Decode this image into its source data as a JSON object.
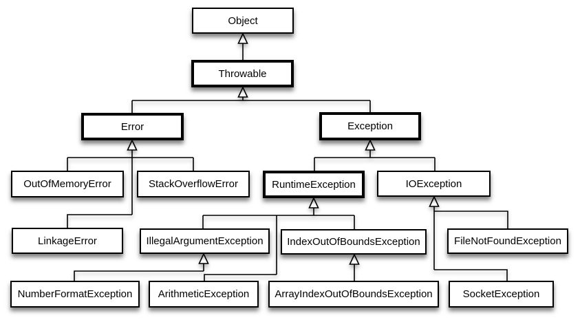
{
  "diagram": {
    "type": "class-inheritance-hierarchy",
    "background_color": "#ffffff",
    "box_fill_color": "#ffffff",
    "box_border_color": "#000000",
    "line_color": "#000000",
    "nodes": {
      "object": {
        "label": "Object",
        "emphasized": false
      },
      "throwable": {
        "label": "Throwable",
        "emphasized": true
      },
      "error": {
        "label": "Error",
        "emphasized": true
      },
      "exception": {
        "label": "Exception",
        "emphasized": true
      },
      "oome": {
        "label": "OutOfMemoryError",
        "emphasized": false
      },
      "soe": {
        "label": "StackOverflowError",
        "emphasized": false
      },
      "rte": {
        "label": "RuntimeException",
        "emphasized": true
      },
      "ioe": {
        "label": "IOException",
        "emphasized": false
      },
      "linkage": {
        "label": "LinkageError",
        "emphasized": false
      },
      "iae": {
        "label": "IllegalArgumentException",
        "emphasized": false
      },
      "ioobe": {
        "label": "IndexOutOfBoundsException",
        "emphasized": false
      },
      "fnfe": {
        "label": "FileNotFoundException",
        "emphasized": false
      },
      "nfe": {
        "label": "NumberFormatException",
        "emphasized": false
      },
      "ae": {
        "label": "ArithmeticException",
        "emphasized": false
      },
      "aioobe": {
        "label": "ArrayIndexOutOfBoundsException",
        "emphasized": false
      },
      "se": {
        "label": "SocketException",
        "emphasized": false
      }
    },
    "edges": [
      {
        "child": "Throwable",
        "parent": "Object"
      },
      {
        "child": "Error",
        "parent": "Throwable"
      },
      {
        "child": "Exception",
        "parent": "Throwable"
      },
      {
        "child": "OutOfMemoryError",
        "parent": "Error"
      },
      {
        "child": "StackOverflowError",
        "parent": "Error"
      },
      {
        "child": "LinkageError",
        "parent": "Error"
      },
      {
        "child": "RuntimeException",
        "parent": "Exception"
      },
      {
        "child": "IOException",
        "parent": "Exception"
      },
      {
        "child": "IllegalArgumentException",
        "parent": "RuntimeException"
      },
      {
        "child": "IndexOutOfBoundsException",
        "parent": "RuntimeException"
      },
      {
        "child": "ArithmeticException",
        "parent": "RuntimeException"
      },
      {
        "child": "NumberFormatException",
        "parent": "IllegalArgumentException"
      },
      {
        "child": "ArrayIndexOutOfBoundsException",
        "parent": "IndexOutOfBoundsException"
      },
      {
        "child": "FileNotFoundException",
        "parent": "IOException"
      },
      {
        "child": "SocketException",
        "parent": "IOException"
      }
    ]
  }
}
